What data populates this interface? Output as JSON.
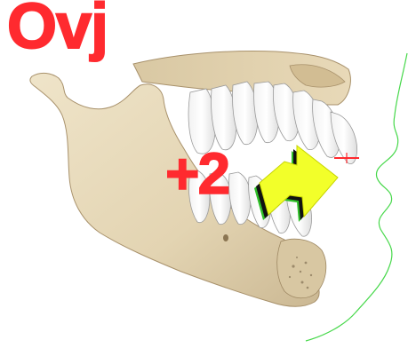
{
  "overjet": {
    "title": "Ovj",
    "value": "+2"
  },
  "colors": {
    "label": "#ff2a2f",
    "bone": "#e9dcc0",
    "bone_shadow": "#b9a582",
    "teeth": "#ffffff",
    "arrow_fill": "#f2ff2a",
    "arrow_edge": "#2fbf28",
    "profile_line": "#46d84a",
    "marker": "#ff2a2f"
  },
  "icons": {
    "skull": "mandible-maxilla-illustration",
    "arrow": "overjet-direction-arrow",
    "profile": "soft-tissue-profile-line"
  }
}
